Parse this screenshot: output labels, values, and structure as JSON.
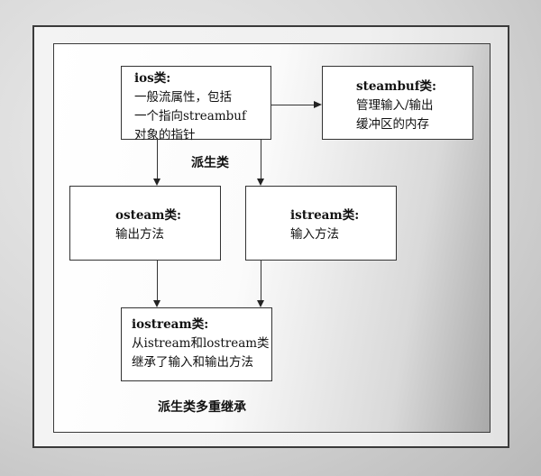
{
  "diagram": {
    "caption": "派生类多重继承",
    "edge_label": "派生类",
    "nodes": {
      "ios": {
        "title": "ios类:",
        "lines": [
          "一般流属性，包括",
          "一个指向streambuf",
          "对象的指针"
        ]
      },
      "steambuf": {
        "title": "steambuf类:",
        "lines": [
          "管理输入/输出",
          "缓冲区的内存"
        ]
      },
      "osteam": {
        "title": "osteam类:",
        "lines": [
          "输出方法"
        ]
      },
      "istream": {
        "title": "istream类:",
        "lines": [
          "输入方法"
        ]
      },
      "iostream": {
        "title": "iostream类:",
        "lines": [
          "从istream和lostream类",
          "继承了输入和输出方法"
        ]
      }
    },
    "edges": [
      {
        "from": "ios",
        "to": "steambuf",
        "label": ""
      },
      {
        "from": "ios",
        "to": "osteam",
        "label": "派生类"
      },
      {
        "from": "ios",
        "to": "istream",
        "label": "派生类"
      },
      {
        "from": "osteam",
        "to": "iostream",
        "label": ""
      },
      {
        "from": "istream",
        "to": "iostream",
        "label": ""
      }
    ]
  }
}
